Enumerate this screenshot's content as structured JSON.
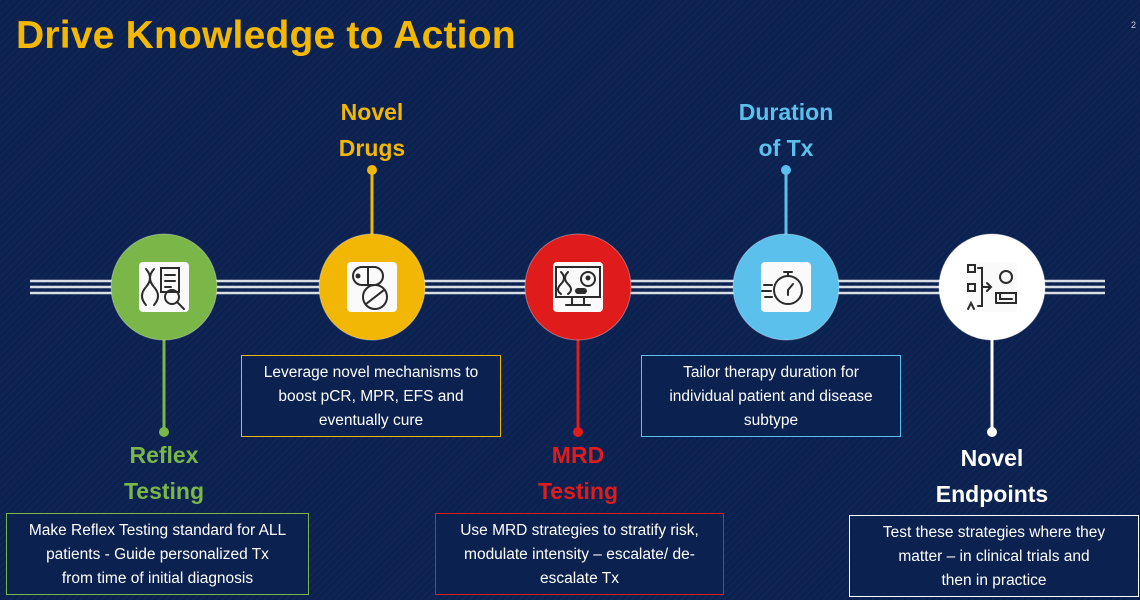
{
  "title": "Drive Knowledge to Action",
  "slide_number": "2",
  "stages": [
    {
      "id": "reflex-testing",
      "label_lines": [
        "Reflex",
        "Testing"
      ],
      "description_lines": [
        "Make Reflex Testing standard for ALL",
        "patients - Guide personalized Tx",
        "from time of initial diagnosis"
      ],
      "color": "#7ab648",
      "icon": "dna-document-magnifier-icon"
    },
    {
      "id": "novel-drugs",
      "label_lines": [
        "Novel",
        "Drugs"
      ],
      "description_lines": [
        "Leverage novel mechanisms to",
        "boost pCR, MPR, EFS and",
        "eventually cure"
      ],
      "color": "#f2b705",
      "icon": "drug-capsule-pill-icon"
    },
    {
      "id": "mrd-testing",
      "label_lines": [
        "MRD",
        "Testing"
      ],
      "description_lines": [
        "Use MRD strategies to stratify risk,",
        "modulate intensity – escalate/ de-",
        "escalate Tx"
      ],
      "color": "#e01b1b",
      "icon": "monitor-dna-pills-icon"
    },
    {
      "id": "duration-of-tx",
      "label_lines": [
        "Duration",
        "of Tx"
      ],
      "description_lines": [
        "Tailor therapy duration for",
        "individual patient and disease",
        "subtype"
      ],
      "color": "#5bc0eb",
      "icon": "stopwatch-icon"
    },
    {
      "id": "novel-endpoints",
      "label_lines": [
        "Novel",
        "Endpoints"
      ],
      "description_lines": [
        "Test these strategies where they",
        "matter – in clinical trials and",
        "then in practice"
      ],
      "color": "#ffffff",
      "icon": "flowchart-person-icon"
    }
  ]
}
